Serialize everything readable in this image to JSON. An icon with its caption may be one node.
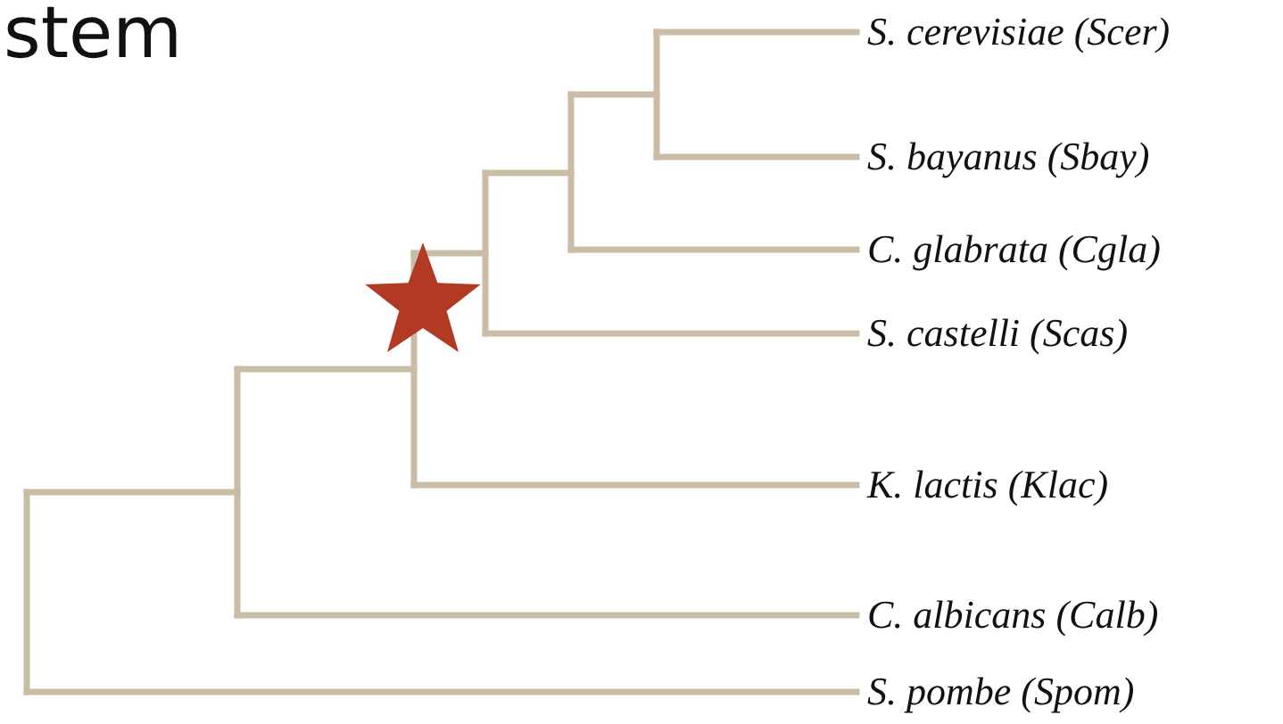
{
  "diagram": {
    "labels": [
      "stem",
      "S. cerevisiae (Scer)",
      "S. bayanus (Sbay)",
      "C. glabrata (Cgla)",
      "S. castelli (Scas)",
      "K. lactis (Klac)",
      "C. albicans (Calb)",
      "S. pombe (Spom)"
    ]
  }
}
